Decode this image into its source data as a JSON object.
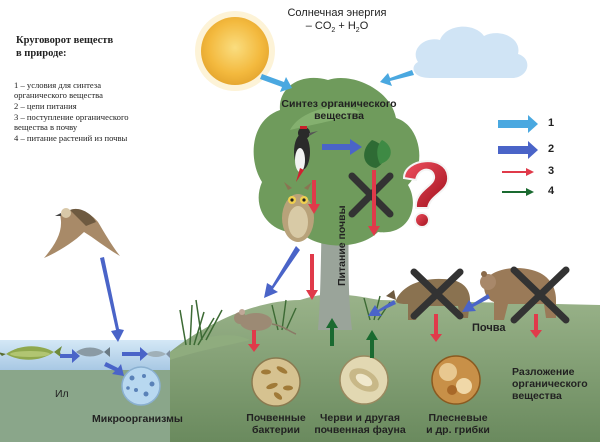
{
  "title": "Круговорот веществ\nв природе:",
  "explanations": [
    "1 – условия для синтеза\n      органического вещества",
    "2 – цепи питания",
    "3 – поступление органического\n      вещества в почву",
    "4 – питание растений из почвы"
  ],
  "labels": {
    "solar_line1": "Солнечная энергия",
    "solar_line2_prefix": "– CO",
    "solar_sub1": "2",
    "solar_mid": " + H",
    "solar_sub2": "2",
    "solar_suffix": "O",
    "synthesis": "Синтез органического\nвещества",
    "soil_nutrition": "Питание почвы",
    "soil": "Почва",
    "silt": "Ил",
    "microorganisms": "Микроорганизмы",
    "soil_bacteria": "Почвенные\nбактерии",
    "worms": "Черви и другая\nпочвенная фауна",
    "fungi": "Плесневые\nи др. грибки",
    "decomposition": "Разложение\nорганического\nвещества"
  },
  "legend": [
    {
      "number": "1",
      "color": "#4aa8e0"
    },
    {
      "number": "2",
      "color": "#4a64c8"
    },
    {
      "number": "3",
      "color": "#e03a4a"
    },
    {
      "number": "4",
      "color": "#1a6a30"
    }
  ],
  "colors": {
    "sun": "#f2b233",
    "cloud": "#cfe3f4",
    "foliage": "#6a9a5a",
    "trunk": "#9aa89a",
    "ground": "#7a9a6e",
    "water": "#bcd8ee",
    "question_mark": "#c8182a",
    "cross": "#333333"
  },
  "icons": [
    "sun-icon",
    "cloud-icon",
    "woodpecker-icon",
    "owl-icon",
    "hawk-icon",
    "mouse-icon",
    "fish-icon",
    "pike-icon",
    "fox-icon",
    "bear-icon",
    "question-mark-icon",
    "cross-icon",
    "leaf-icon",
    "microorganisms-icon",
    "bacteria-icon",
    "worms-icon",
    "fungi-icon"
  ]
}
